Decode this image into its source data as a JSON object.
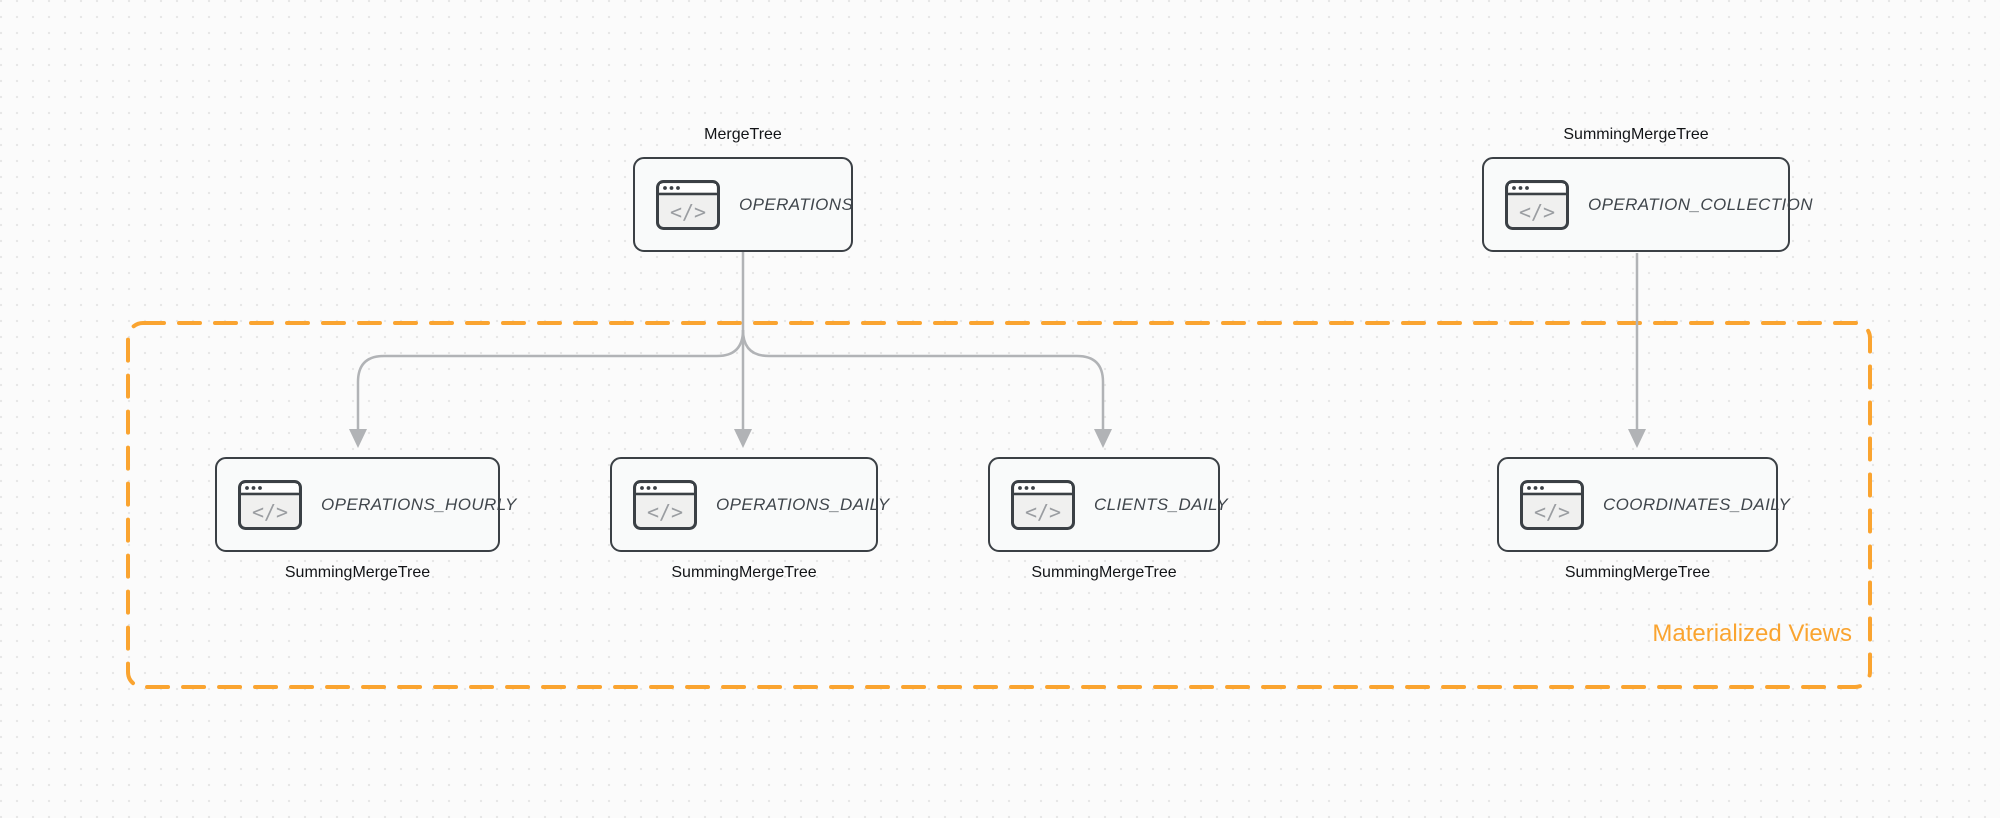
{
  "diagram_data": {
    "type": "diagram",
    "nodes": [
      {
        "id": "operations",
        "label": "OPERATIONS",
        "engine": "MergeTree",
        "engine_position": "above",
        "group": null
      },
      {
        "id": "operation_collection",
        "label": "OPERATION_COLLECTION",
        "engine": "SummingMergeTree",
        "engine_position": "above",
        "group": null
      },
      {
        "id": "operations_hourly",
        "label": "OPERATIONS_HOURLY",
        "engine": "SummingMergeTree",
        "engine_position": "below",
        "group": "Materialized Views"
      },
      {
        "id": "operations_daily",
        "label": "OPERATIONS_DAILY",
        "engine": "SummingMergeTree",
        "engine_position": "below",
        "group": "Materialized Views"
      },
      {
        "id": "clients_daily",
        "label": "CLIENTS_DAILY",
        "engine": "SummingMergeTree",
        "engine_position": "below",
        "group": "Materialized Views"
      },
      {
        "id": "coordinates_daily",
        "label": "COORDINATES_DAILY",
        "engine": "SummingMergeTree",
        "engine_position": "below",
        "group": "Materialized Views"
      }
    ],
    "edges": [
      {
        "from": "operations",
        "to": "operations_hourly"
      },
      {
        "from": "operations",
        "to": "operations_daily"
      },
      {
        "from": "operations",
        "to": "clients_daily"
      },
      {
        "from": "operation_collection",
        "to": "coordinates_daily"
      }
    ]
  },
  "group": {
    "label": "Materialized Views"
  },
  "icons": {
    "node_icon": "code-window-icon",
    "code_glyph": "</>"
  },
  "colors": {
    "group_accent": "#FAA430",
    "node_border": "#3B4045",
    "node_background": "#F9FAFA",
    "node_text": "#40464C",
    "engine_text": "#121417",
    "arrow": "#B1B3B6",
    "canvas_background": "#FBFBFB",
    "canvas_dots": "#E7E7E7"
  }
}
